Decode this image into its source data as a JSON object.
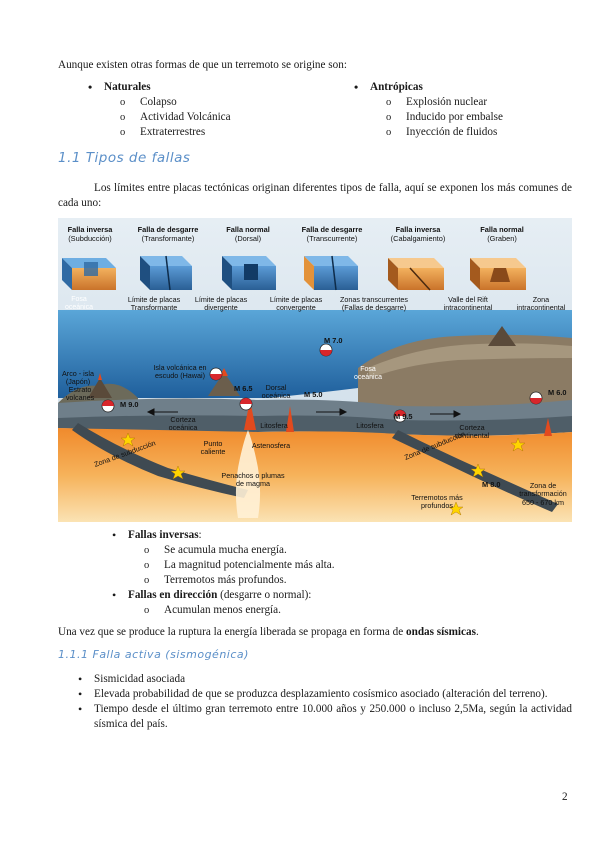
{
  "intro": "Aunque existen otras formas de que un terremoto se origine son:",
  "natural": {
    "title": "Naturales",
    "items": [
      "Colapso",
      "Actividad Volcánica",
      "Extraterrestres"
    ]
  },
  "anthropic": {
    "title": "Antrópicas",
    "items": [
      "Explosión nuclear",
      "Inducido por embalse",
      "Inyección de fluidos"
    ]
  },
  "section_heading": "1.1  Tipos de fallas",
  "section_paragraph": "Los límites entre placas tectónicas originan diferentes tipos de falla, aquí se exponen los más comunes de cada uno:",
  "figure": {
    "headers": [
      {
        "line1": "Falla inversa",
        "line2": "(Subducción)"
      },
      {
        "line1": "Falla de desgarre",
        "line2": "(Transformante)"
      },
      {
        "line1": "Falla normal",
        "line2": "(Dorsal)"
      },
      {
        "line1": "Falla de desgarre",
        "line2": "(Transcurrente)"
      },
      {
        "line1": "Falla inversa",
        "line2": "(Cabalgamiento)"
      },
      {
        "line1": "Falla normal",
        "line2": "(Graben)"
      }
    ],
    "labels": {
      "fosa_oceanica": "Fosa oceánica",
      "limite_transformante": "Límite de placas Transformante",
      "limite_divergente": "Límite de placas divergente",
      "limite_convergente": "Límite de placas convergente",
      "zonas_transcurrentes": "Zonas transcurrentes (Fallas de desgarre)",
      "valle_rift": "Valle del Rift intracontinental",
      "zona_intracontinental": "Zona intracontinental",
      "arco_isla": "Arco - isla (Japón)",
      "estrato_volcanes": "Estrato volcanes",
      "isla_volcanica": "Isla volcánica en escudo (Hawai)",
      "dorsal_oceanica": "Dorsal oceánica",
      "fosa_oceanica_2": "Fosa oceánica",
      "corteza_oceanica": "Corteza oceánica",
      "litosfera_1": "Litosfera",
      "litosfera_2": "Litosfera",
      "astenosfera": "Astenosfera",
      "punto_caliente": "Punto caliente",
      "corteza_continental": "Corteza continental",
      "zona_subduccion_1": "Zona de subducción",
      "zona_subduccion_2": "Zona de subducción",
      "penachos": "Penachos o plumas de magma",
      "terremotos_profundos": "Terremotos más profundos",
      "zona_transformacion": "Zona de transformación 650 - 670 km"
    },
    "magnitudes": {
      "m70": "M 7.0",
      "m65": "M 6.5",
      "m50": "M 5.0",
      "m90": "M 9.0",
      "m95": "M 9.5",
      "m60": "M 6.0",
      "m80": "M 8.0"
    }
  },
  "faults": [
    {
      "title": "Fallas inversas",
      "suffix": ":",
      "items": [
        "Se acumula mucha energía.",
        "La magnitud potencialmente más alta.",
        "Terremotos más profundos."
      ]
    },
    {
      "title": "Fallas en dirección",
      "suffix": " (desgarre o normal):",
      "items": [
        "Acumulan menos energía."
      ]
    }
  ],
  "seismic": {
    "before": "Una vez que se produce la ruptura la energía liberada se propaga en forma de ",
    "bold": "ondas sísmicas",
    "after": "."
  },
  "subsection_heading": "1.1.1  Falla activa (sismogénica)",
  "active_fault_items": [
    "Sismicidad asociada",
    "Elevada probabilidad de que se produzca desplazamiento cosísmico asociado (alteración del terreno).",
    "Tiempo desde el último gran terremoto entre 10.000 años y 250.000 o incluso 2,5Ma, según la actividad sísmica del país."
  ],
  "page_number": "2",
  "colors": {
    "heading": "#5b8fc8",
    "ocean": "#2f78b8",
    "mantle": "#f2a23a",
    "crust": "#7a8a95",
    "magma": "#e24a1e"
  }
}
